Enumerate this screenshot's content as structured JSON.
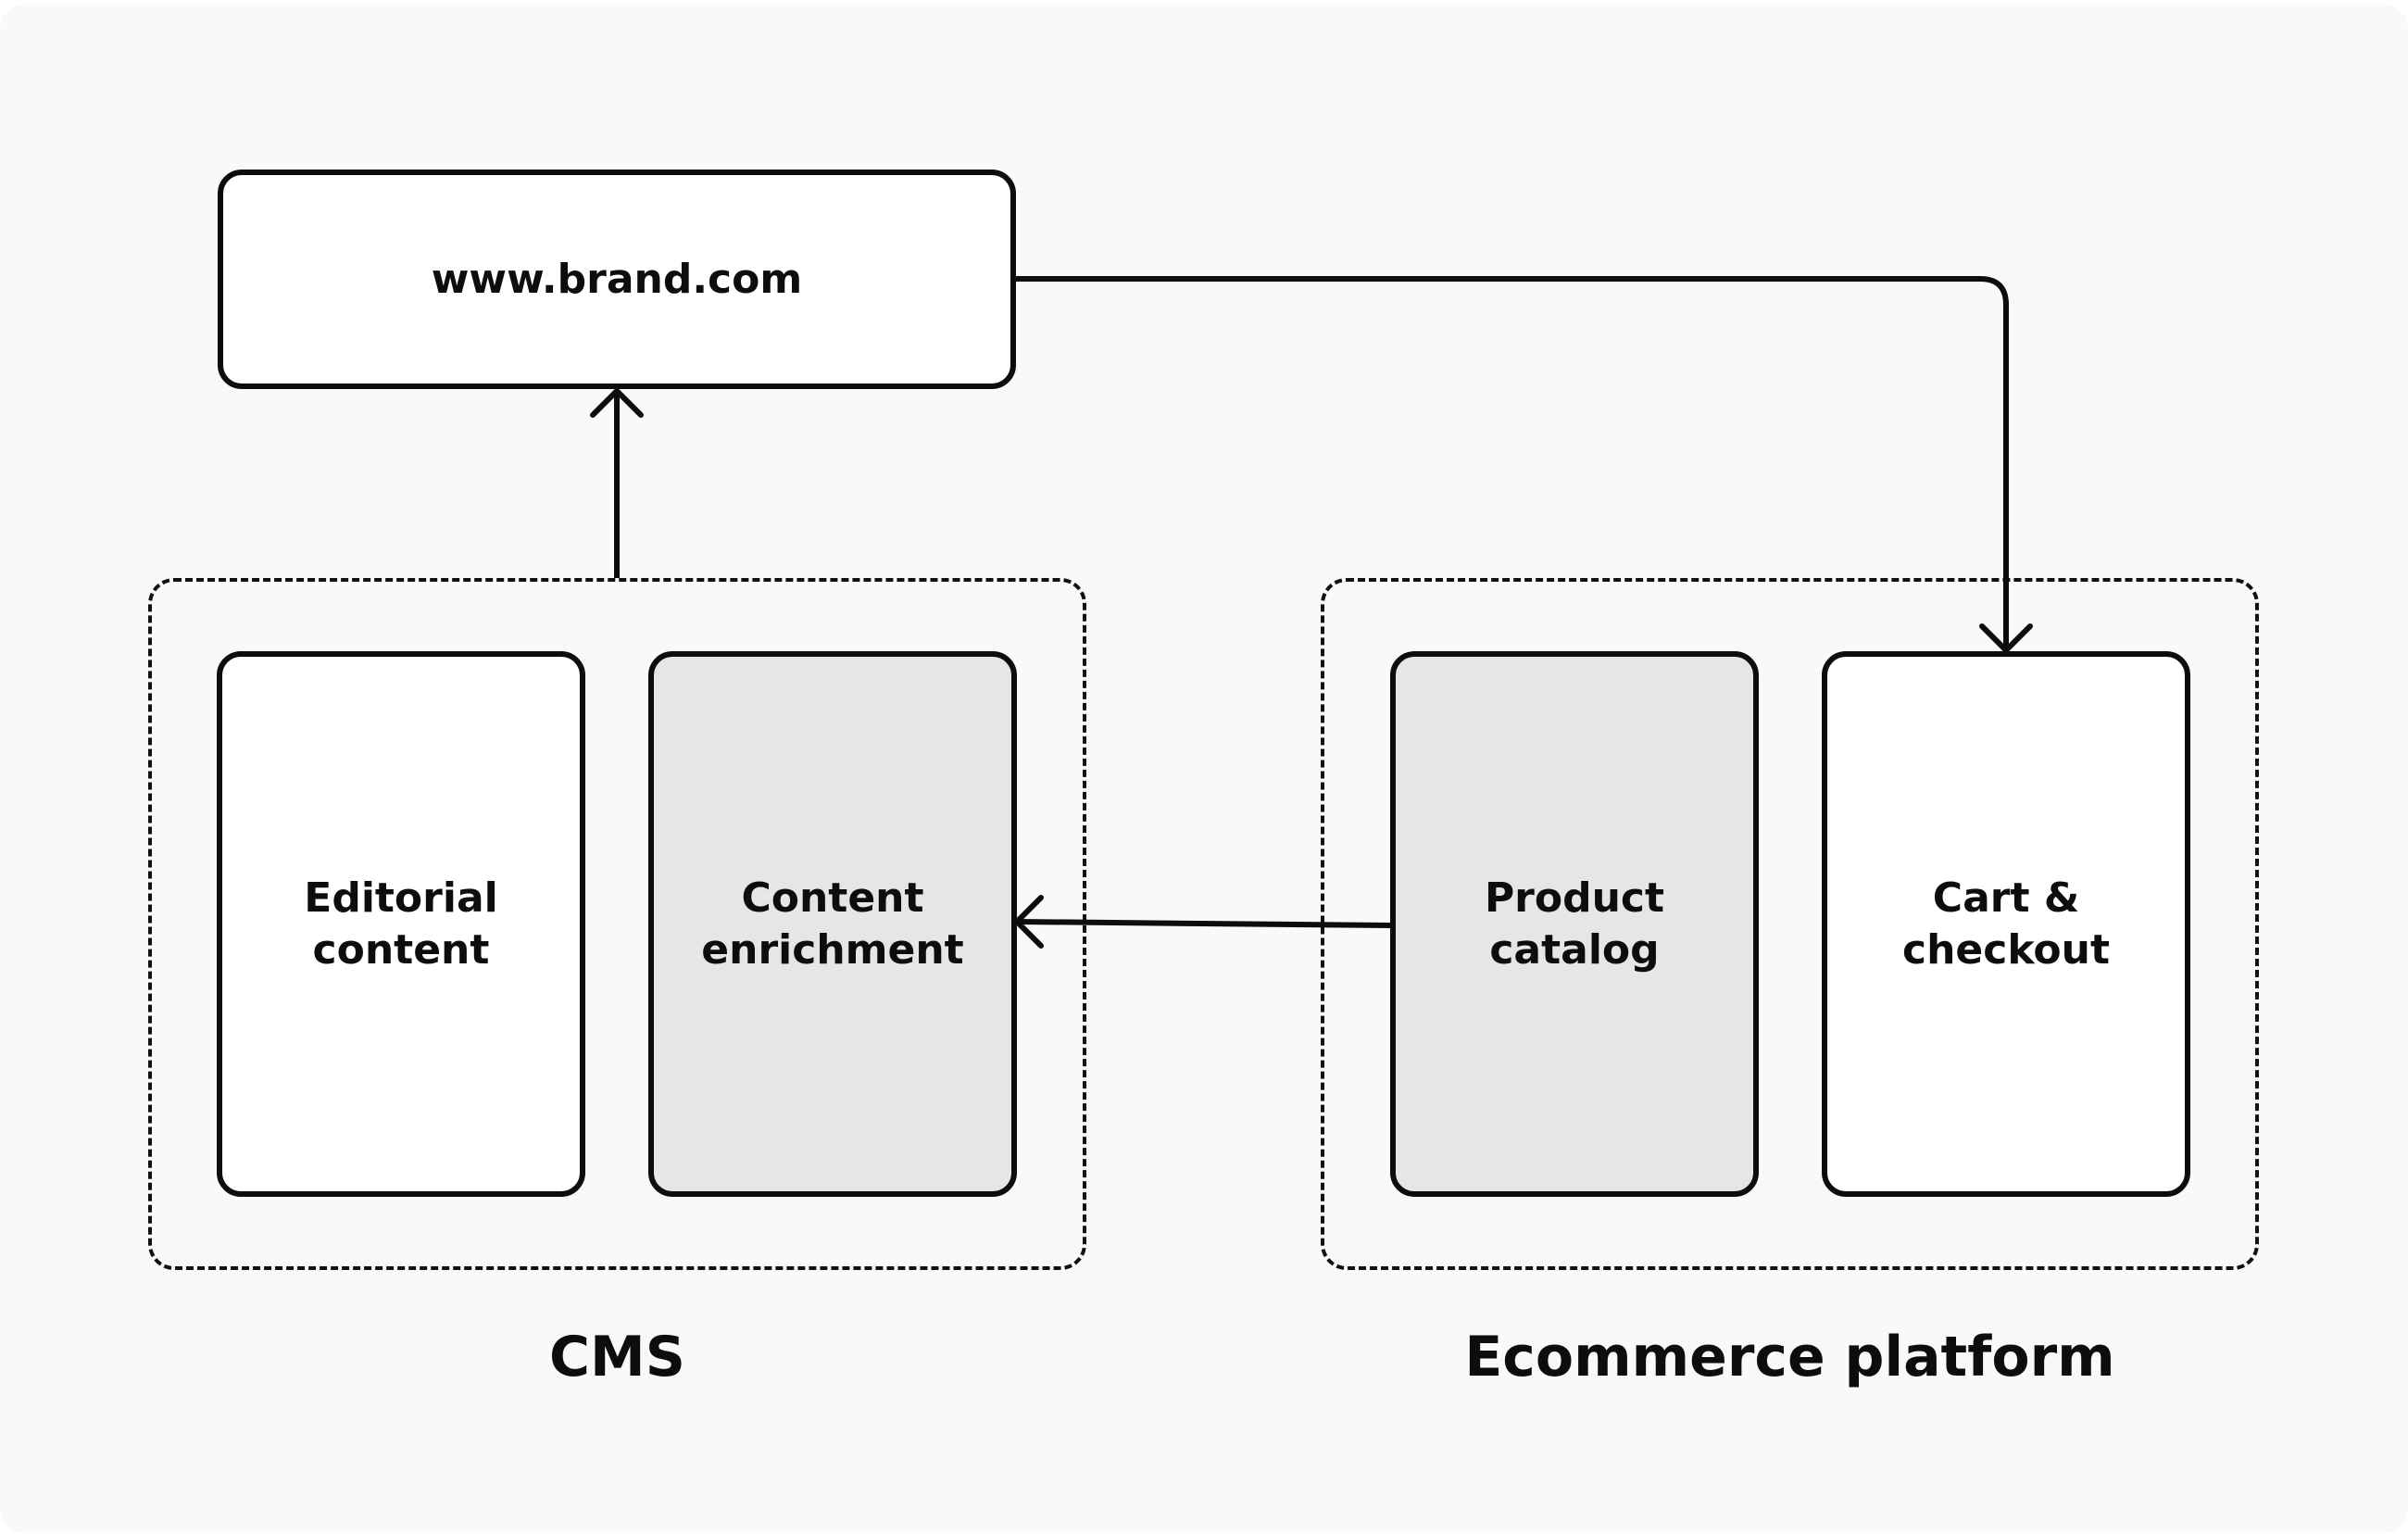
{
  "diagram": {
    "nodes": {
      "website": {
        "label": "www.brand.com"
      },
      "editorial": {
        "label": "Editorial\ncontent"
      },
      "enrichment": {
        "label": "Content\nenrichment"
      },
      "catalog": {
        "label": "Product\ncatalog"
      },
      "cart": {
        "label": "Cart &\ncheckout"
      }
    },
    "groups": {
      "cms": {
        "label": "CMS"
      },
      "ecommerce": {
        "label": "Ecommerce platform"
      }
    },
    "edges": [
      {
        "from": "cms",
        "to": "website"
      },
      {
        "from": "website",
        "to": "cart"
      },
      {
        "from": "catalog",
        "to": "enrichment"
      }
    ],
    "colors": {
      "stroke": "#0d0d0d",
      "node_fill": "#ffffff",
      "shaded_fill": "#e6e6e6",
      "background": "#f9f9f9"
    }
  }
}
